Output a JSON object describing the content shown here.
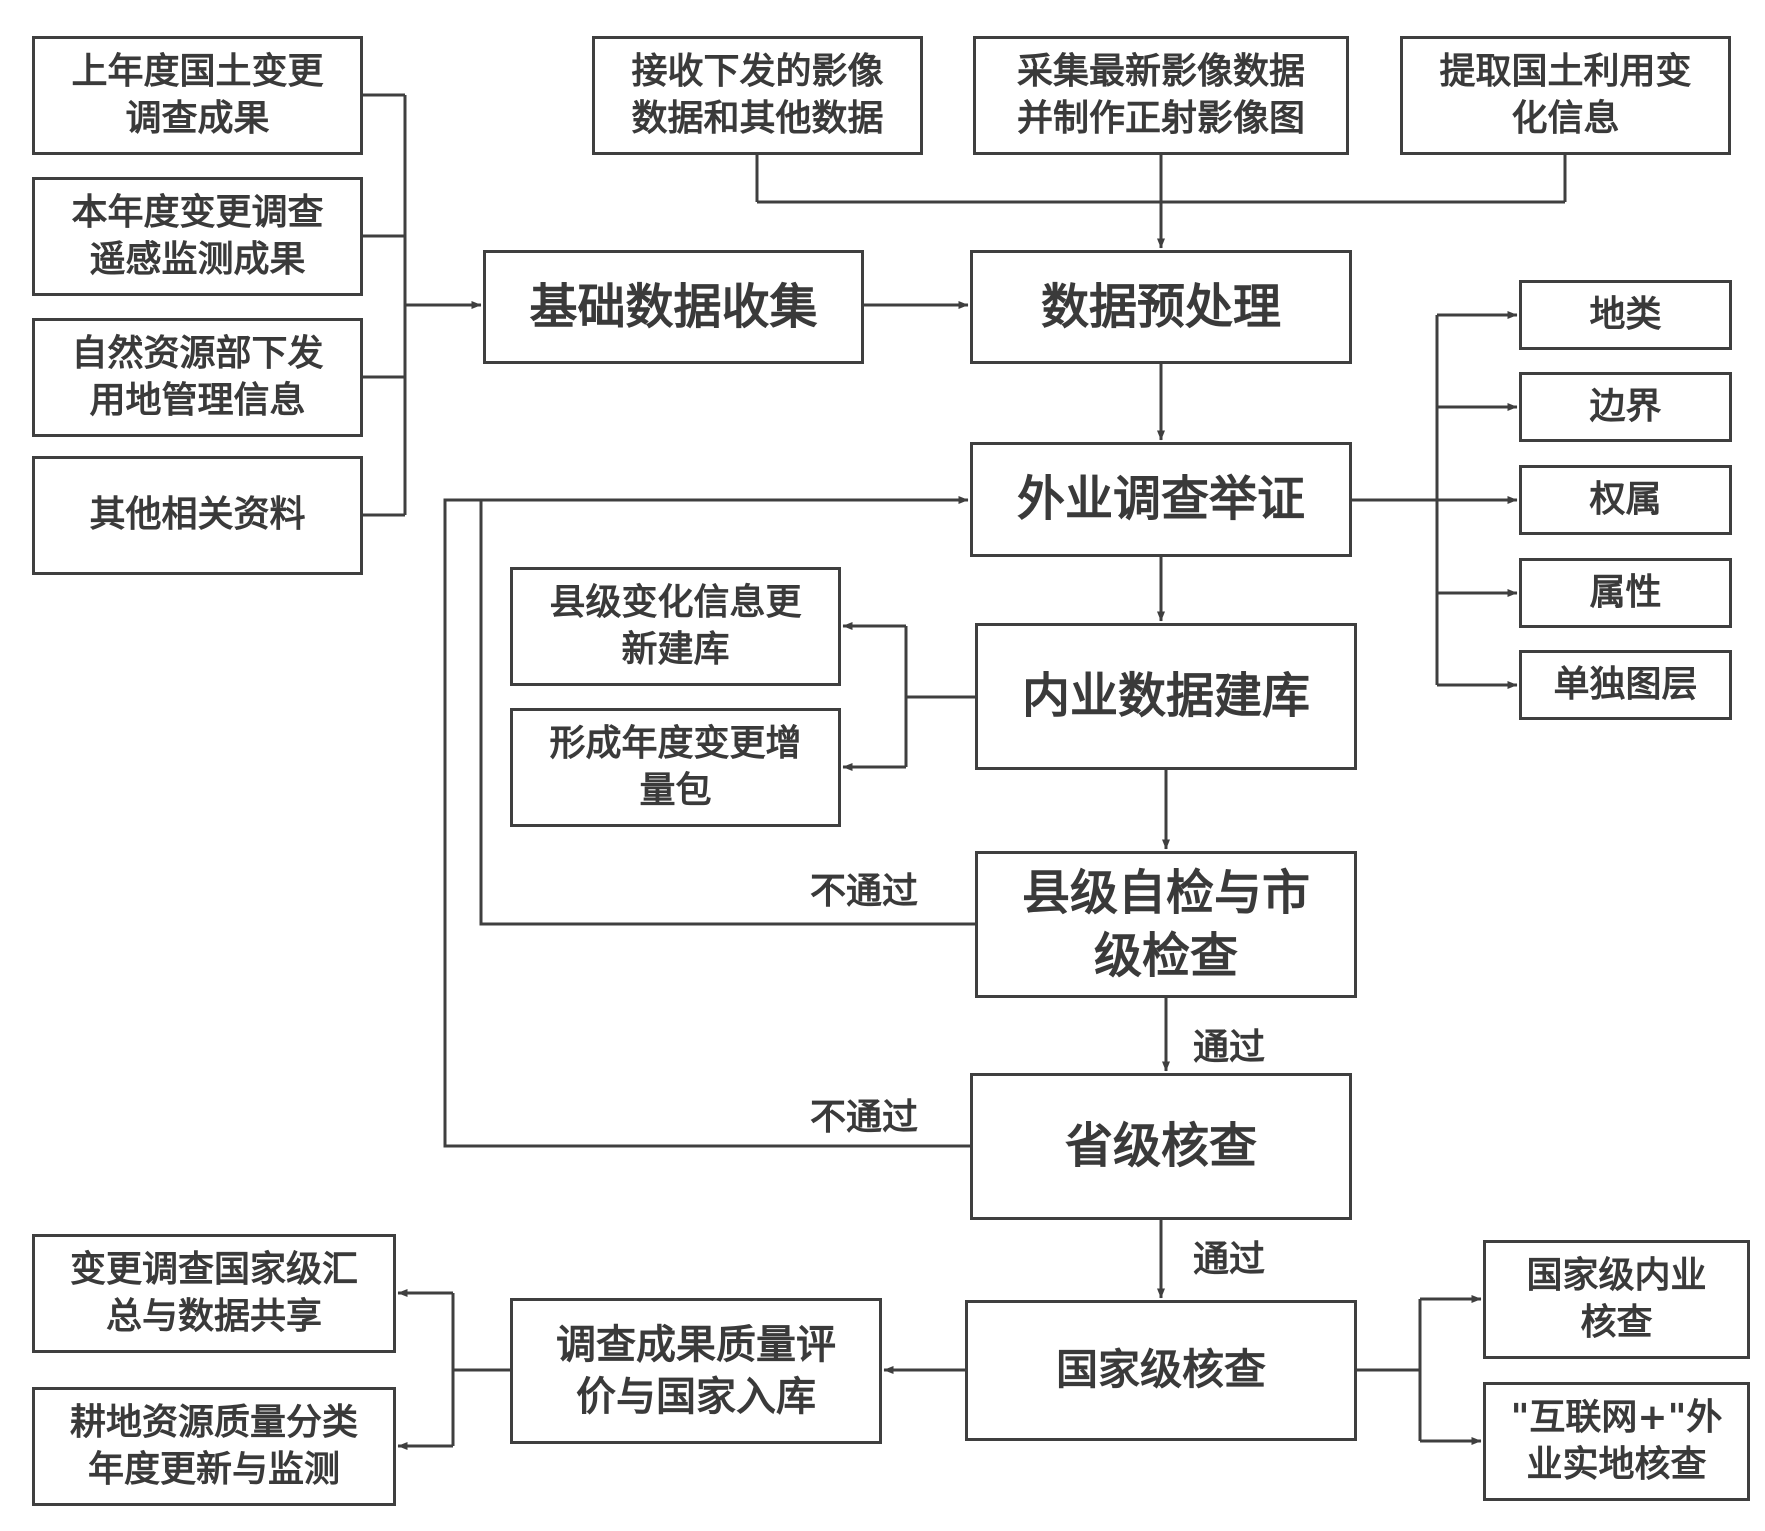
{
  "nodes": {
    "prev_year_results": "上年度国土变更\n调查成果",
    "rs_monitoring": "本年度变更调查\n遥感监测成果",
    "land_mgmt_info": "自然资源部下发\n用地管理信息",
    "other_materials": "其他相关资料",
    "receive_imagery": "接收下发的影像\n数据和其他数据",
    "collect_imagery": "采集最新影像数据\n并制作正射影像图",
    "extract_change": "提取国土利用变\n化信息",
    "basic_data_collection": "基础数据收集",
    "data_preprocessing": "数据预处理",
    "field_survey": "外业调查举证",
    "land_class": "地类",
    "boundary": "边界",
    "ownership": "权属",
    "attribute": "属性",
    "separate_layer": "单独图层",
    "county_update_db": "县级变化信息更\n新建库",
    "annual_increment": "形成年度变更增\n量包",
    "office_db": "内业数据建库",
    "county_city_check": "县级自检与市\n级检查",
    "provincial_check": "省级核查",
    "national_check": "国家级核查",
    "national_office_check": "国家级内业\n核查",
    "internet_field_check": "\"互联网+\"外\n业实地核查",
    "quality_evaluation": "调查成果质量评\n价与国家入库",
    "national_summary": "变更调查国家级汇\n总与数据共享",
    "farmland_quality": "耕地资源质量分类\n年度更新与监测"
  },
  "edge_labels": {
    "fail_1": "不通过",
    "pass_1": "通过",
    "fail_2": "不通过",
    "pass_2": "通过"
  },
  "colors": {
    "stroke": "#3f3f3f",
    "text": "#3a3a3a",
    "background": "#ffffff"
  }
}
